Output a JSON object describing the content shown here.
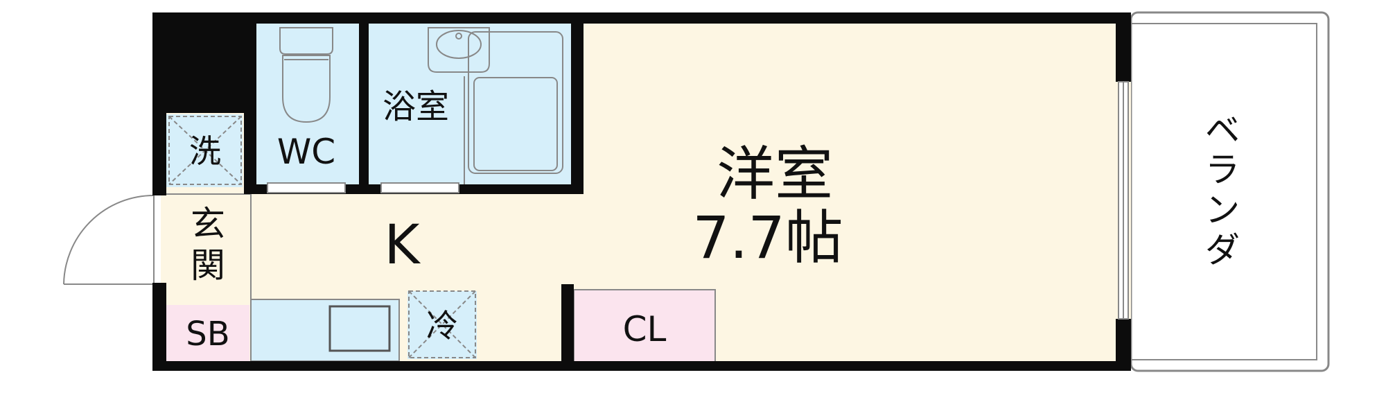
{
  "rooms": {
    "western_room": {
      "name": "洋室",
      "size": "7.7帖"
    },
    "kitchen": "K",
    "bath": "浴室",
    "toilet": "WC",
    "washer": "洗",
    "entrance": [
      "玄",
      "関"
    ],
    "shoe_box": "SB",
    "fridge": "冷",
    "closet": "CL",
    "balcony": [
      "ベ",
      "ラ",
      "ン",
      "ダ"
    ]
  },
  "colors": {
    "wall": "#0c0c0c",
    "floor_cream": "#fdf6e3",
    "wet_area_blue": "#d6effa",
    "storage_pink": "#fbe4ee",
    "outline_gray": "#888888"
  }
}
